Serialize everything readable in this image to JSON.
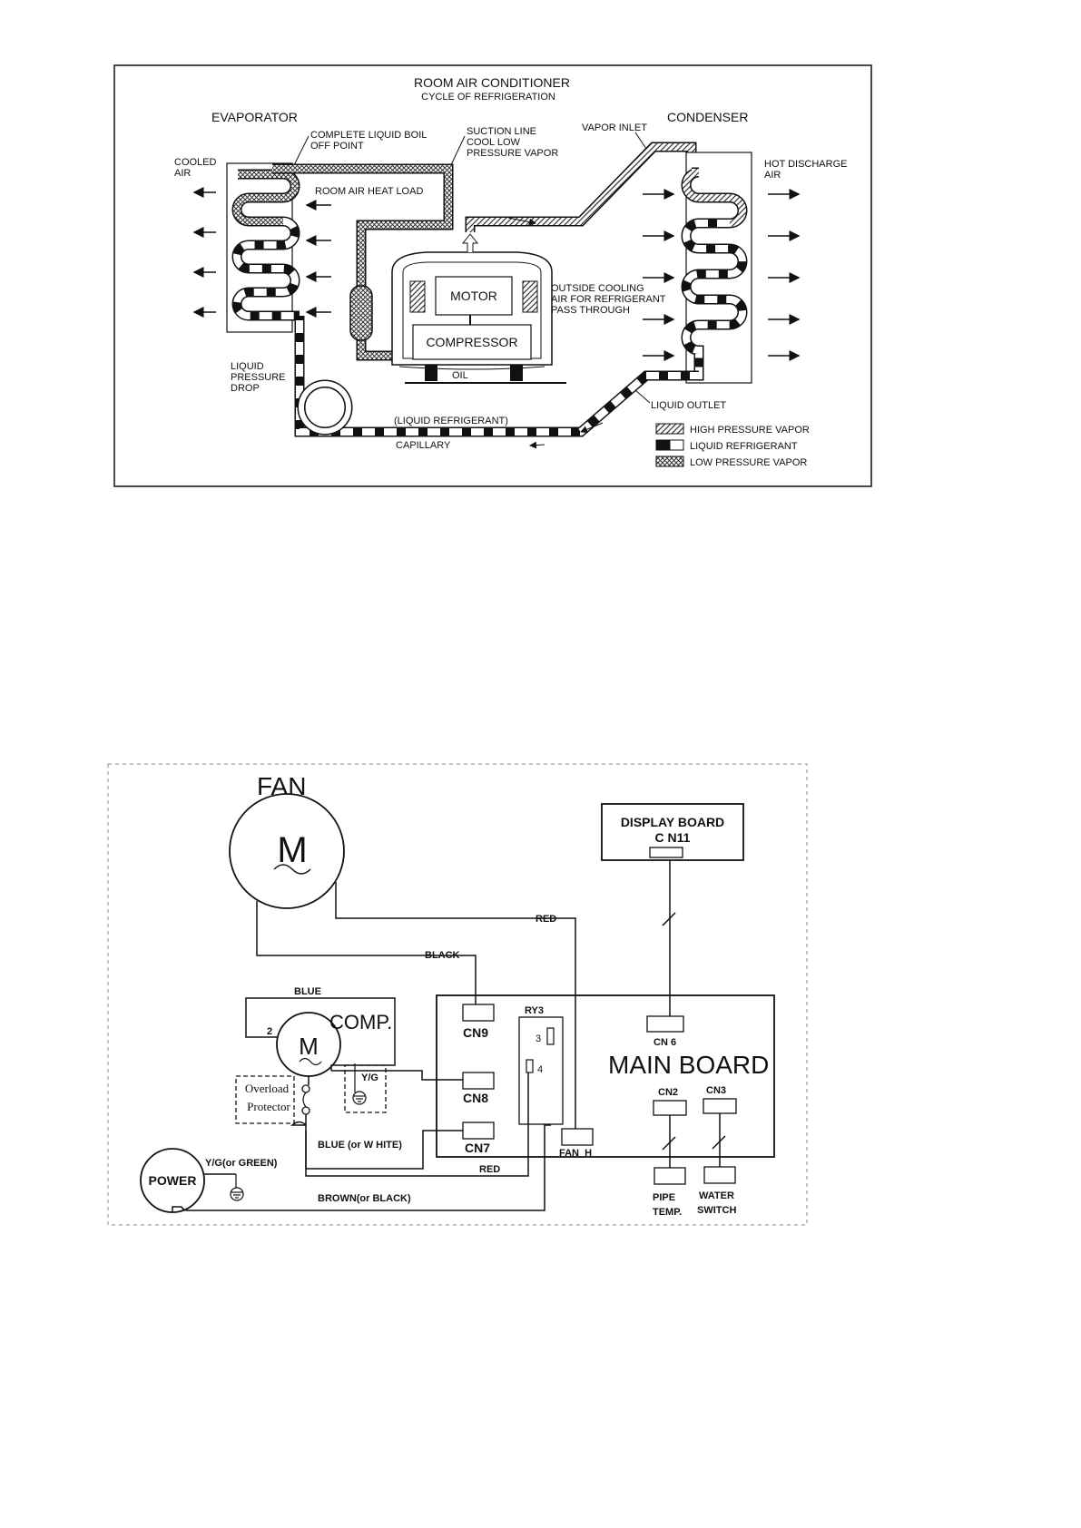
{
  "refrigeration": {
    "title": "ROOM AIR CONDITIONER",
    "subtitle": "CYCLE OF REFRIGERATION",
    "evaporator": "EVAPORATOR",
    "condenser": "CONDENSER",
    "cooled_air": [
      "COOLED",
      "AIR"
    ],
    "hot_discharge_air": [
      "HOT DISCHARGE",
      "AIR"
    ],
    "complete_liquid_boil": [
      "COMPLETE LIQUID BOIL",
      "OFF POINT"
    ],
    "suction_line": [
      "SUCTION LINE",
      "COOL LOW",
      "PRESSURE VAPOR"
    ],
    "vapor_inlet": "VAPOR INLET",
    "room_air_heat_load": "ROOM AIR HEAT LOAD",
    "motor": "MOTOR",
    "compressor": "COMPRESSOR",
    "oil": "OIL",
    "outside_cooling": [
      "OUTSIDE COOLING",
      "AIR FOR REFRIGERANT",
      "PASS THROUGH"
    ],
    "liquid_pressure_drop": [
      "LIQUID",
      "PRESSURE",
      "DROP"
    ],
    "liquid_refrigerant_line": "(LIQUID REFRIGERANT)",
    "capillary": "CAPILLARY",
    "liquid_outlet": "LIQUID OUTLET",
    "legend": [
      {
        "pattern": "high",
        "label": "HIGH PRESSURE VAPOR"
      },
      {
        "pattern": "liquid",
        "label": "LIQUID REFRIGERANT"
      },
      {
        "pattern": "low",
        "label": "LOW PRESSURE VAPOR"
      }
    ]
  },
  "wiring": {
    "fan": "FAN",
    "motor_symbol": "M",
    "display_board": [
      "DISPLAY BOARD",
      "C N11"
    ],
    "main_board": "MAIN BOARD",
    "comp": "COMP.",
    "comp_terminal": "2",
    "overload_protector": [
      "Overload",
      "Protector"
    ],
    "yg_short": "Y/G",
    "power": "POWER",
    "wires": {
      "red_top": "RED",
      "black": "BLACK",
      "blue": "BLUE",
      "blue_white": "BLUE (or W HITE)",
      "red_bottom": "RED",
      "yg_green": "Y/G(or GREEN)",
      "brown_black": "BROWN(or BLACK)"
    },
    "connectors": {
      "cn9": "CN9",
      "cn8": "CN8",
      "cn7": "CN7",
      "ry3": "RY3",
      "fan_h": "FAN_H",
      "cn6": "CN 6",
      "cn2": "CN2",
      "cn3": "CN3"
    },
    "relay_pins": [
      "3",
      "4"
    ],
    "sensors": {
      "pipe_temp": [
        "PIPE",
        "TEMP."
      ],
      "water_switch": [
        "WATER",
        "SWITCH"
      ]
    }
  }
}
